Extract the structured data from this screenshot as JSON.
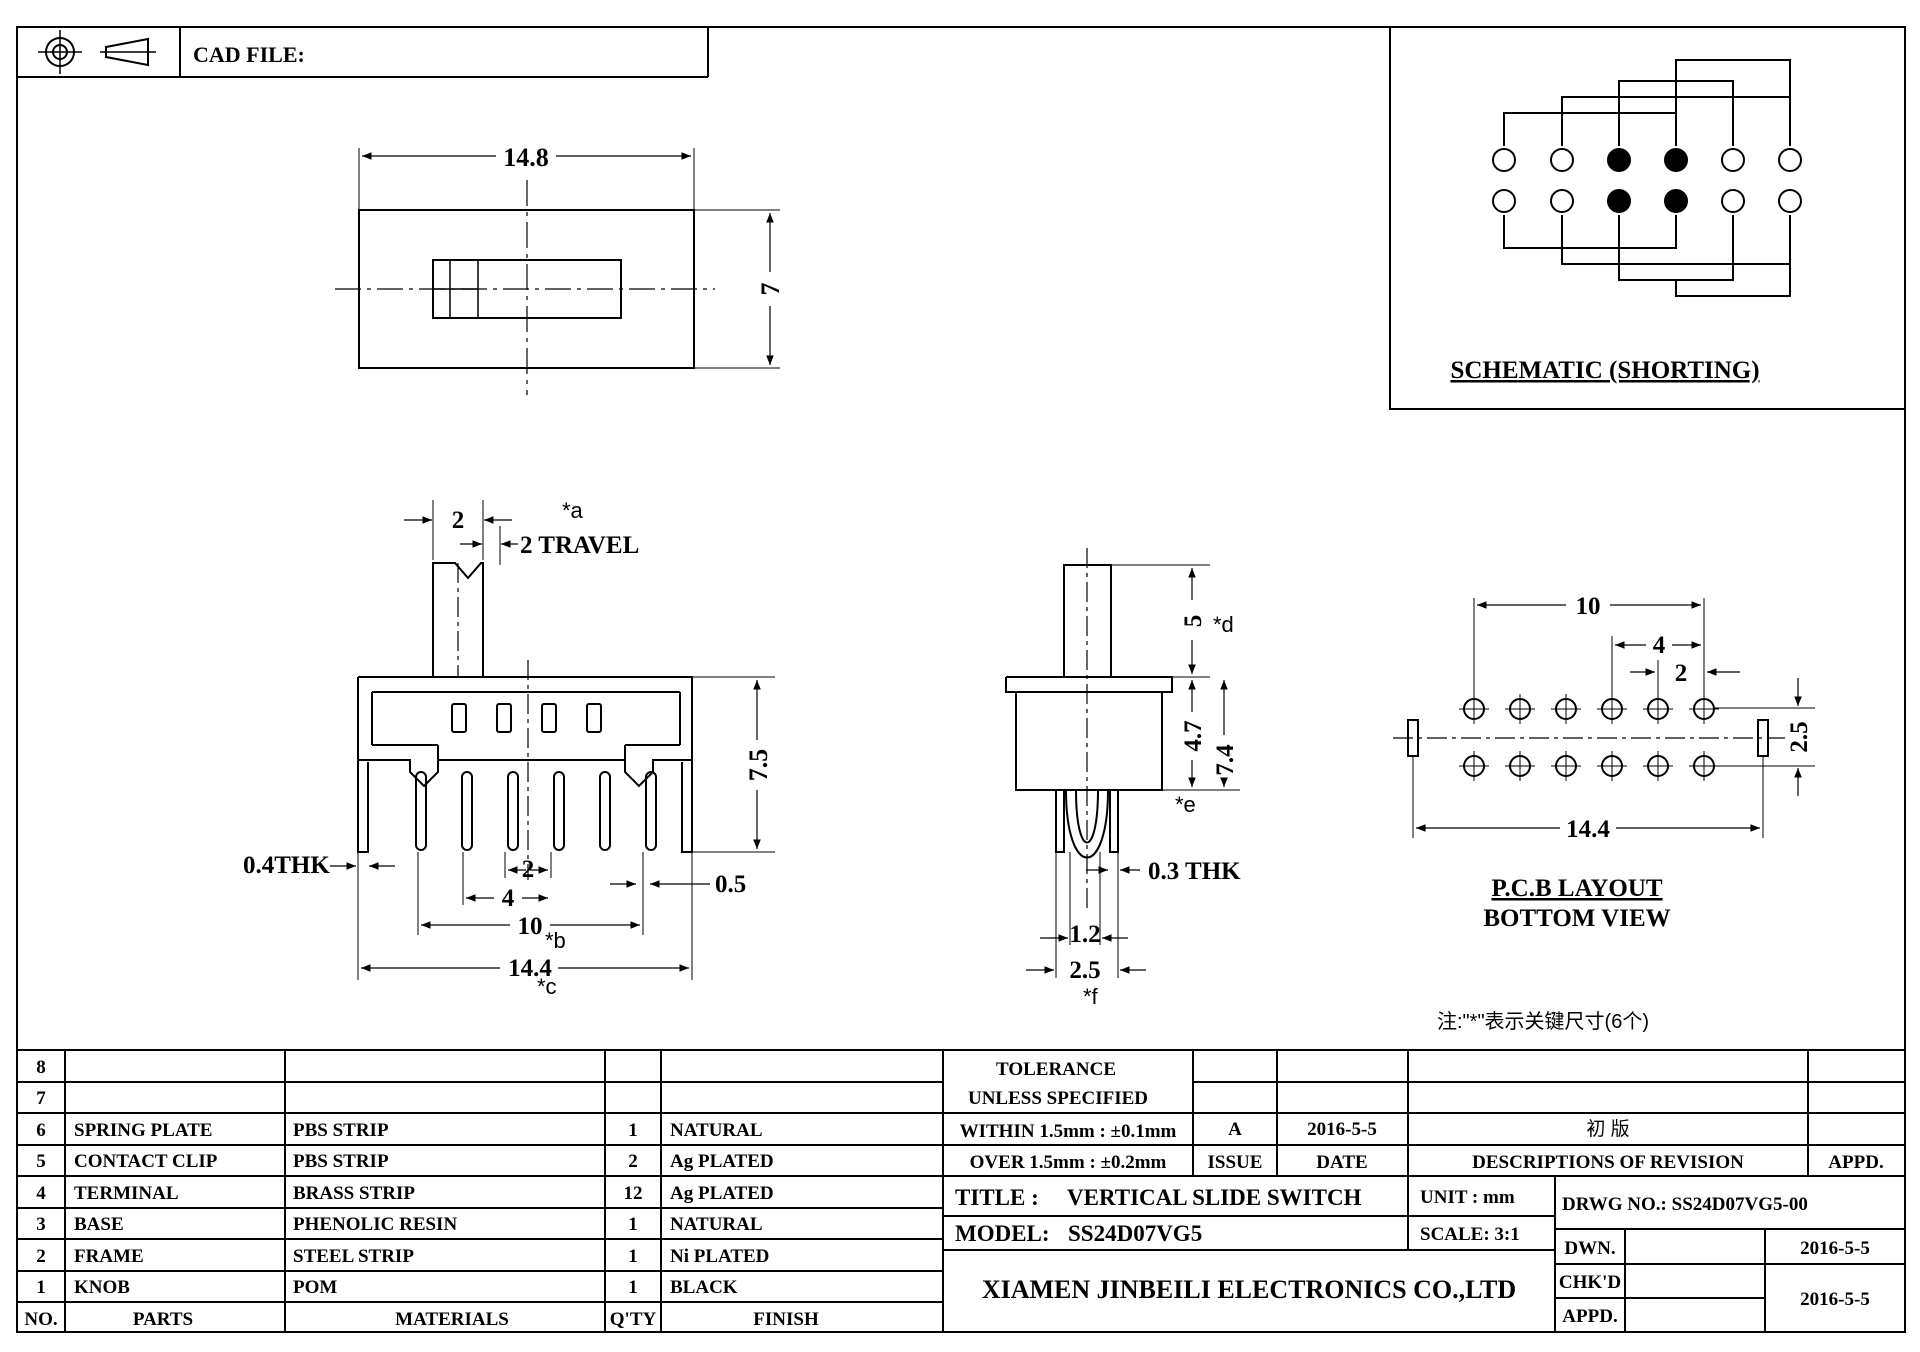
{
  "header": {
    "cad_file_label": "CAD FILE:"
  },
  "top_view": {
    "dim_width": "14.8",
    "dim_height": "7"
  },
  "schematic": {
    "title": "SCHEMATIC (SHORTING)"
  },
  "front_view": {
    "dim_knob_width": "2",
    "dim_travel": "2 TRAVEL",
    "mark_a": "*a",
    "dim_height": "7.5",
    "dim_thk": "0.4THK",
    "dim_pin_pitch": "2",
    "dim_pin_span_4": "4",
    "dim_pin_span_10": "10",
    "mark_b": "*b",
    "dim_total": "14.4",
    "mark_c": "*c",
    "dim_pin_width": "0.5"
  },
  "side_view": {
    "dim_knob": "5",
    "mark_d": "*d",
    "dim_body": "4.7",
    "dim_total": "7.4",
    "mark_e": "*e",
    "dim_thk": "0.3 THK",
    "dim_pin": "1.2",
    "dim_width": "2.5",
    "mark_f": "*f"
  },
  "pcb_layout": {
    "dim_10": "10",
    "dim_4": "4",
    "dim_2": "2",
    "dim_25": "2.5",
    "dim_144": "14.4",
    "title": "P.C.B LAYOUT",
    "subtitle": "BOTTOM VIEW"
  },
  "note": "注:\"*\"表示关键尺寸(6个)",
  "bom": {
    "header": {
      "no": "NO.",
      "parts": "PARTS",
      "materials": "MATERIALS",
      "qty": "Q'TY",
      "finish": "FINISH"
    },
    "rows": [
      {
        "no": "8",
        "part": "",
        "material": "",
        "qty": "",
        "finish": ""
      },
      {
        "no": "7",
        "part": "",
        "material": "",
        "qty": "",
        "finish": ""
      },
      {
        "no": "6",
        "part": "SPRING PLATE",
        "material": "PBS STRIP",
        "qty": "1",
        "finish": "NATURAL"
      },
      {
        "no": "5",
        "part": "CONTACT CLIP",
        "material": "PBS STRIP",
        "qty": "2",
        "finish": "Ag PLATED"
      },
      {
        "no": "4",
        "part": "TERMINAL",
        "material": "BRASS STRIP",
        "qty": "12",
        "finish": "Ag PLATED"
      },
      {
        "no": "3",
        "part": "BASE",
        "material": "PHENOLIC RESIN",
        "qty": "1",
        "finish": "NATURAL"
      },
      {
        "no": "2",
        "part": "FRAME",
        "material": "STEEL STRIP",
        "qty": "1",
        "finish": "Ni PLATED"
      },
      {
        "no": "1",
        "part": "KNOB",
        "material": "POM",
        "qty": "1",
        "finish": "BLACK"
      }
    ]
  },
  "title_block": {
    "tolerance": "TOLERANCE",
    "unless": "UNLESS  SPECIFIED",
    "within": "WITHIN 1.5mm : ±0.1mm",
    "over": "OVER 1.5mm : ±0.2mm",
    "issue_value": "A",
    "date_value": "2016-5-5",
    "revision_value": "初 版",
    "issue_label": "ISSUE",
    "date_label": "DATE",
    "desc_label": "DESCRIPTIONS OF REVISION",
    "appd_label": "APPD.",
    "title_label": "TITLE :",
    "title_value": "VERTICAL SLIDE SWITCH",
    "unit": "UNIT :  mm",
    "drwg": "DRWG NO.: SS24D07VG5-00",
    "model_label": "MODEL:",
    "model_value": "SS24D07VG5",
    "scale": "SCALE:  3:1",
    "dwn_label": "DWN.",
    "dwn_date": "2016-5-5",
    "chkd_label": "CHK'D",
    "chkd_date": "2016-5-5",
    "appd2_label": "APPD.",
    "company": "XIAMEN JINBEILI ELECTRONICS CO.,LTD"
  }
}
